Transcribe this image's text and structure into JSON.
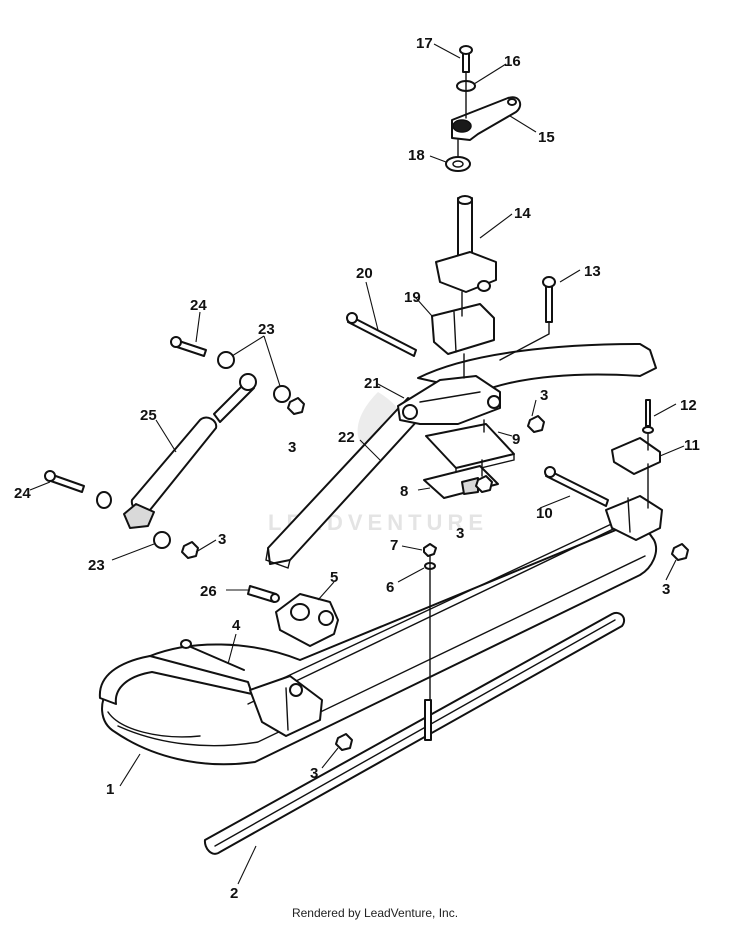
{
  "watermark": "LEADVENTURE",
  "footer": "Rendered by LeadVenture, Inc.",
  "callouts": [
    "17",
    "16",
    "15",
    "18",
    "14",
    "13",
    "20",
    "19",
    "24",
    "23",
    "21",
    "3",
    "12",
    "22",
    "9",
    "25",
    "11",
    "3",
    "8",
    "10",
    "24",
    "23",
    "3",
    "3",
    "7",
    "5",
    "6",
    "26",
    "3",
    "4",
    "3",
    "1",
    "2"
  ]
}
